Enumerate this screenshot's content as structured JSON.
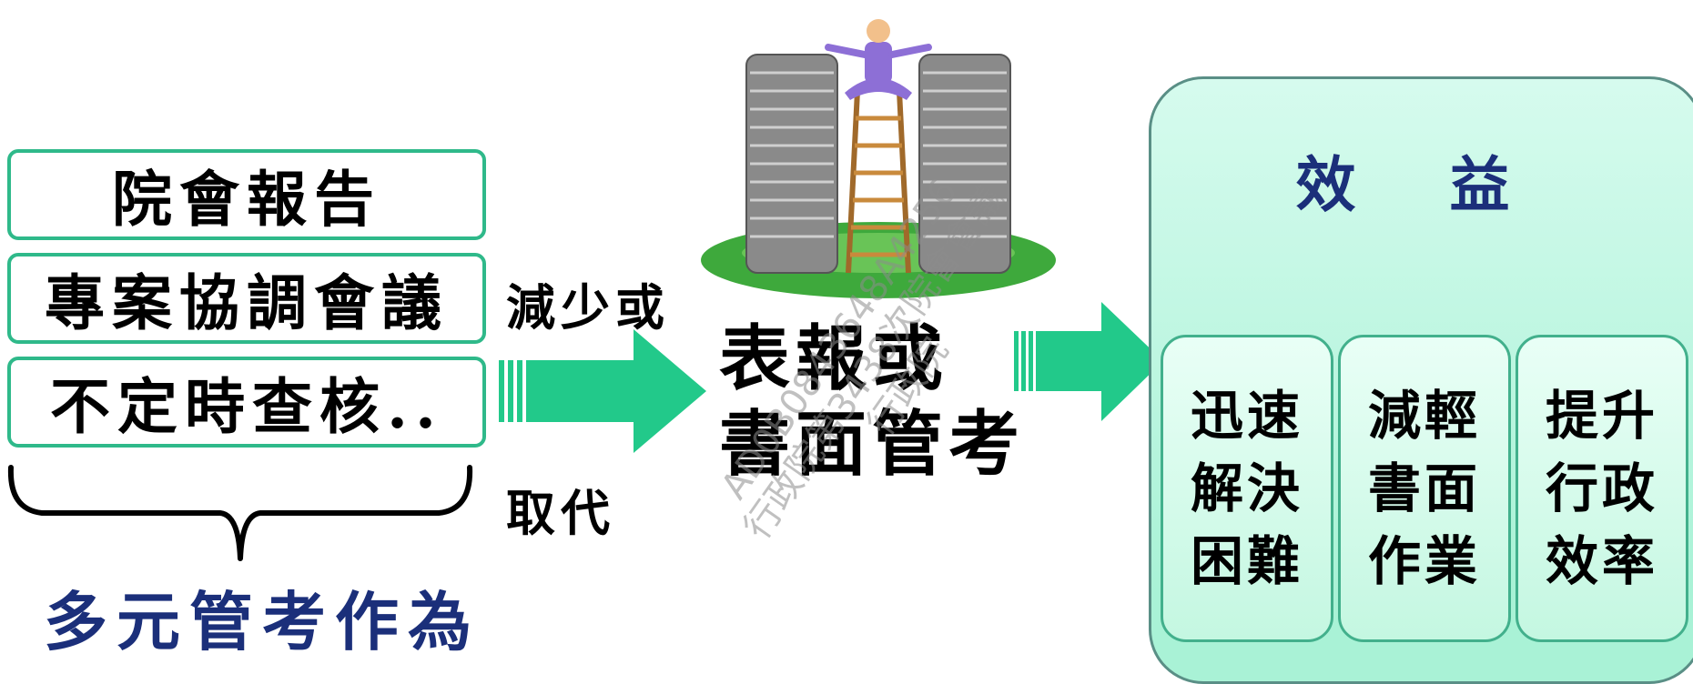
{
  "left_boxes": [
    "院會報告",
    "專案協調會議",
    "不定時查核.."
  ],
  "group_label": "多元管考作為",
  "labels": {
    "reduce": "減少或",
    "replace": "取代"
  },
  "center_lines": [
    "表報或",
    "書面管考"
  ],
  "benefit": {
    "title": "效 益",
    "cards": [
      [
        "迅速",
        "解決",
        "困難"
      ],
      [
        "減輕",
        "書面",
        "作業"
      ],
      [
        "提升",
        "行政",
        "效率"
      ]
    ]
  },
  "watermark": [
    "AD0B0843648A4256",
    "行政院第3438次院會會議",
    "行政院"
  ],
  "colors": {
    "box_border": "#2fb98a",
    "arrow": "#22c98a",
    "title_blue": "#1b2f7a"
  }
}
